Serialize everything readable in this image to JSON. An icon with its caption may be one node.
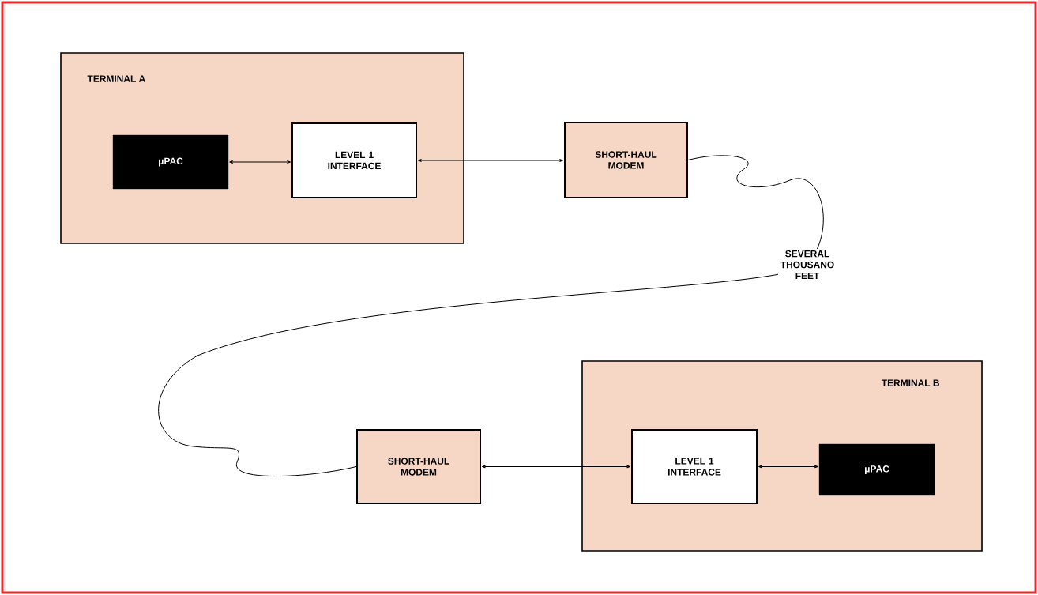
{
  "diagram": {
    "nodes": [
      {
        "text": [
          "TERMINAL A"
        ]
      },
      {
        "text": [
          "μPAC"
        ],
        "in": 0
      },
      {
        "text": [
          "LEVEL 1 INTERFACE"
        ],
        "in": 0
      },
      {
        "text": [
          "SHORT-HAUL MODEM"
        ]
      },
      {
        "text": [
          "TERMINAL B"
        ]
      },
      {
        "text": [
          "LEVEL 1 INTERFACE"
        ],
        "in": 4
      },
      {
        "text": [
          "μPAC"
        ],
        "in": 4
      },
      {
        "text": [
          "SHORT-HAUL MODEM"
        ]
      }
    ],
    "edges": [
      {
        "from": 1,
        "to": 2,
        "arrow": "both"
      },
      {
        "from": 2,
        "to": 3,
        "arrow": "both"
      },
      {
        "from": 3,
        "to": 7,
        "arrow": "none",
        "label": "SEVERAL THOUSANO FEET"
      },
      {
        "from": 7,
        "to": 5,
        "arrow": "both"
      },
      {
        "from": 5,
        "to": 6,
        "arrow": "both"
      }
    ]
  }
}
